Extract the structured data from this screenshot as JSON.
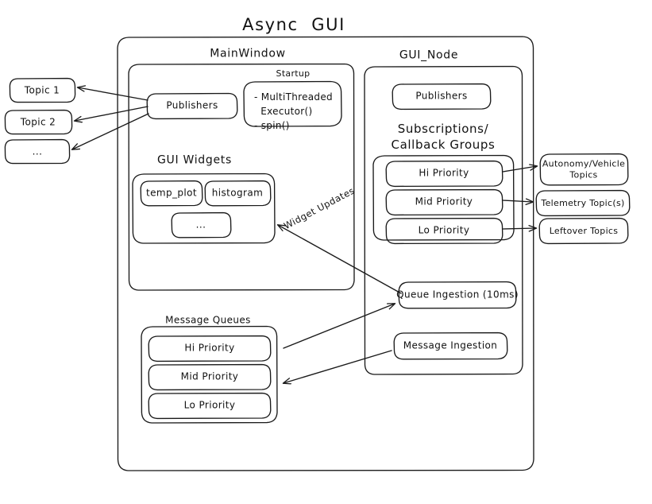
{
  "diagram": {
    "title": "Async  GUI",
    "groups": {
      "main_window": "MainWindow",
      "gui_node": "GUI_Node",
      "startup": "Startup",
      "gui_widgets": "GUI Widgets",
      "subscriptions": "Subscriptions/\nCallback Groups",
      "message_queues": "Message Queues"
    },
    "left_topics": [
      {
        "label": "Topic 1"
      },
      {
        "label": "Topic 2"
      },
      {
        "label": "..."
      }
    ],
    "right_topics": [
      {
        "label": "Autonomy/Vehicle\nTopics"
      },
      {
        "label": "Telemetry Topic(s)"
      },
      {
        "label": "Leftover Topics"
      }
    ],
    "main_window_nodes": {
      "publishers": "Publishers",
      "startup_body": "- MultiThreaded\n  Executor()\n- spin()",
      "widgets": [
        {
          "label": "temp_plot"
        },
        {
          "label": "histogram"
        },
        {
          "label": "..."
        }
      ]
    },
    "gui_node_nodes": {
      "publishers": "Publishers",
      "callback_groups": [
        {
          "label": "Hi Priority"
        },
        {
          "label": "Mid Priority"
        },
        {
          "label": "Lo Priority"
        }
      ],
      "queue_ingestion": "Queue Ingestion (10ms)",
      "message_ingestion": "Message Ingestion"
    },
    "message_queue_nodes": [
      {
        "label": "Hi Priority"
      },
      {
        "label": "Mid Priority"
      },
      {
        "label": "Lo Priority"
      }
    ],
    "edge_labels": {
      "widget_updates": "Widget Updates"
    },
    "colors": {
      "stroke": "#1a1a1a",
      "text": "#111111",
      "background": "#ffffff"
    }
  }
}
